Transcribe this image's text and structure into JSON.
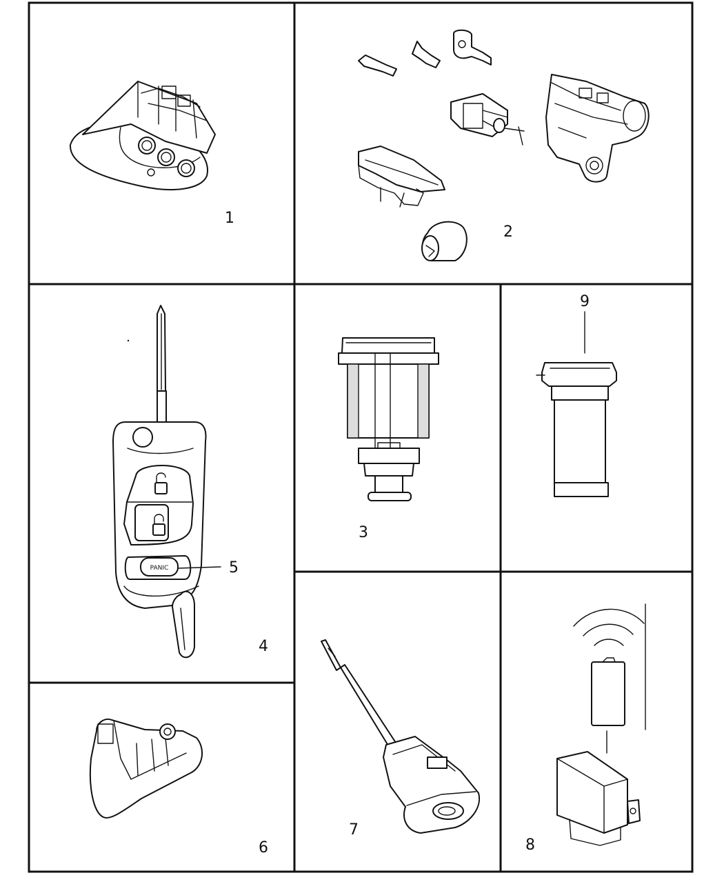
{
  "callouts": {
    "p1": "1",
    "p2": "2",
    "p3": "3",
    "p4": "4",
    "p5": "5",
    "p6": "6",
    "p7": "7",
    "p8": "8",
    "p9": "9"
  },
  "fob": {
    "panic_label": "PANIC"
  }
}
